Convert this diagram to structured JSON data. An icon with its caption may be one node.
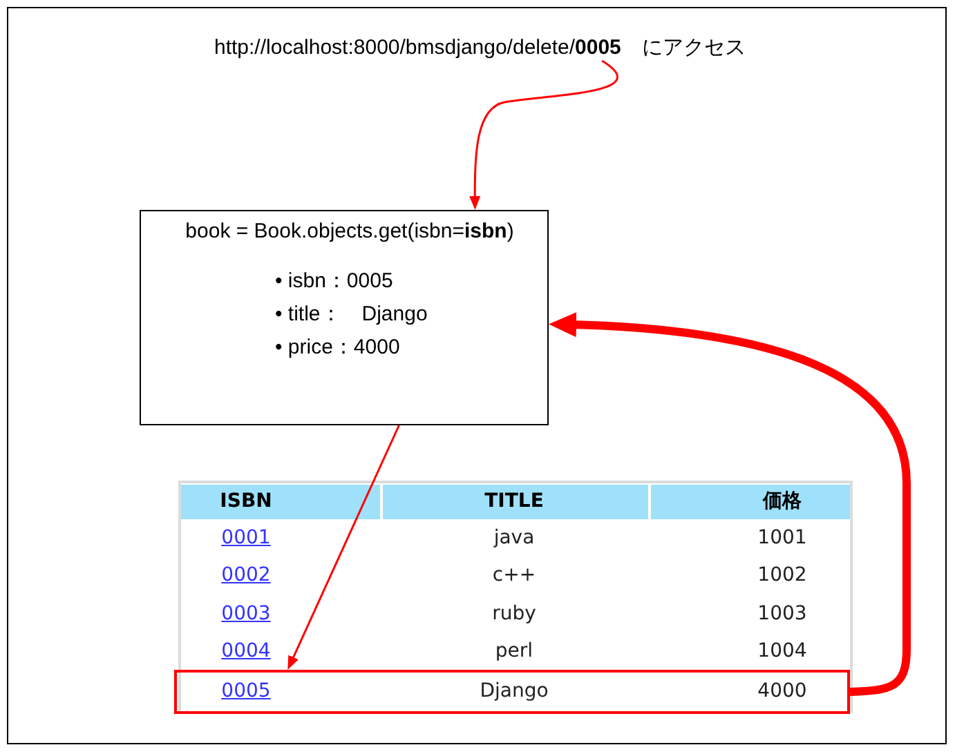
{
  "diagram": {
    "nodes": [
      {
        "text": [
          "http://localhost:8000/bmsdjango/delete/**0005**　にアクセス"
        ]
      },
      {
        "text": [
          "book = Book.objects.get(isbn=**isbn**)",
          "• isbn：0005",
          "• title：　Django",
          "• price：4000"
        ]
      },
      {
        "text": [
          "0005",
          "Django",
          "4000"
        ]
      }
    ],
    "edges": [
      {
        "from": 0,
        "to": 1,
        "arrow": "to"
      },
      {
        "from": 1,
        "to": 2,
        "arrow": "to"
      },
      {
        "from": 2,
        "to": 1,
        "arrow": "to",
        "style": "thick"
      }
    ],
    "labels": [
      "ISBN",
      "TITLE",
      "価格",
      "0001",
      "java",
      "1001",
      "0002",
      "c++",
      "1002",
      "0003",
      "ruby",
      "1003",
      "0004",
      "perl",
      "1004"
    ]
  }
}
